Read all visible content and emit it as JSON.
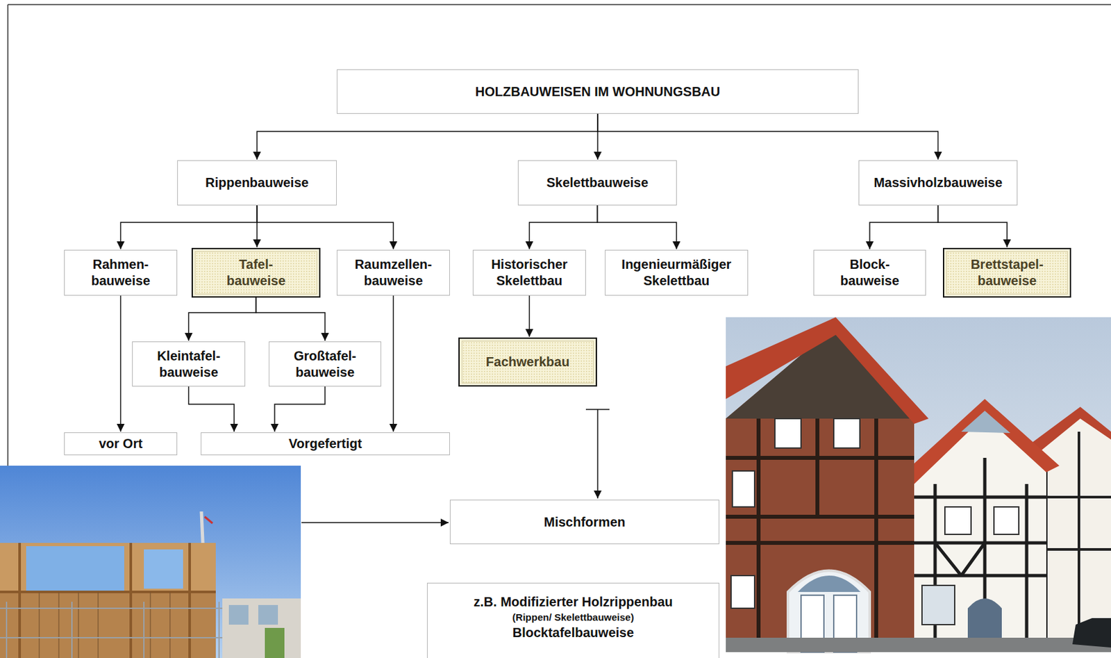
{
  "diagram": {
    "nodes": [
      {
        "text": [
          "HOLZBAUWEISEN IM WOHNUNGSBAU"
        ]
      },
      {
        "text": [
          "Rippenbauweise"
        ]
      },
      {
        "text": [
          "Skelettbauweise"
        ]
      },
      {
        "text": [
          "Massivholzbauweise"
        ]
      },
      {
        "text": [
          "Rahmen- bauweise"
        ]
      },
      {
        "text": [
          "Tafel- bauweise"
        ]
      },
      {
        "text": [
          "Raumzellen- bauweise"
        ]
      },
      {
        "text": [
          "Historischer Skelettbau"
        ]
      },
      {
        "text": [
          "Ingenieurmäßiger Skelettbau"
        ]
      },
      {
        "text": [
          "Block- bauweise"
        ]
      },
      {
        "text": [
          "Brettstapel- bauweise"
        ]
      },
      {
        "text": [
          "Kleintafel- bauweise"
        ]
      },
      {
        "text": [
          "Großtafel- bauweise"
        ]
      },
      {
        "text": [
          "Fachwerkbau"
        ]
      },
      {
        "text": [
          "vor Ort"
        ]
      },
      {
        "text": [
          "Vorgefertigt"
        ]
      },
      {
        "text": [
          "Mischformen"
        ]
      },
      {
        "text": [
          "z.B. Modifizierter Holzrippenbau",
          "(Rippen/ Skelettbauweise)",
          "Blocktafelbauweise"
        ]
      }
    ],
    "edges": [
      {
        "from": 0,
        "to": 1,
        "arrow": "to"
      },
      {
        "from": 0,
        "to": 2,
        "arrow": "to"
      },
      {
        "from": 0,
        "to": 3,
        "arrow": "to"
      },
      {
        "from": 1,
        "to": 4,
        "arrow": "to"
      },
      {
        "from": 1,
        "to": 5,
        "arrow": "to"
      },
      {
        "from": 1,
        "to": 6,
        "arrow": "to"
      },
      {
        "from": 2,
        "to": 7,
        "arrow": "to"
      },
      {
        "from": 2,
        "to": 8,
        "arrow": "to"
      },
      {
        "from": 3,
        "to": 9,
        "arrow": "to"
      },
      {
        "from": 3,
        "to": 10,
        "arrow": "to"
      },
      {
        "from": 5,
        "to": 11,
        "arrow": "to"
      },
      {
        "from": 5,
        "to": 12,
        "arrow": "to"
      },
      {
        "from": 7,
        "to": 13,
        "arrow": "to"
      },
      {
        "from": 4,
        "to": 14,
        "arrow": "to"
      },
      {
        "from": 11,
        "to": 15,
        "arrow": "to"
      },
      {
        "from": 12,
        "to": 15,
        "arrow": "to"
      },
      {
        "from": 6,
        "to": 15,
        "arrow": "to"
      }
    ]
  }
}
